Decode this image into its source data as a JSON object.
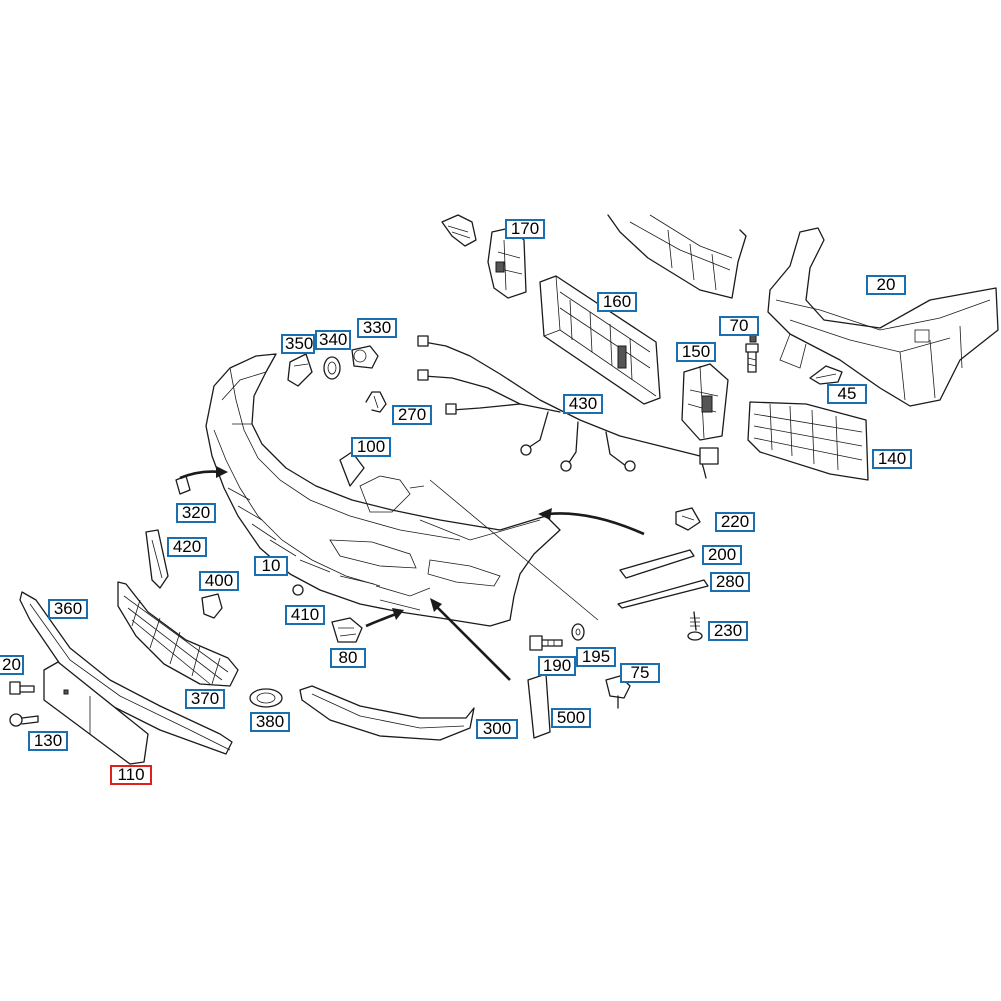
{
  "diagram": {
    "selected_part": "110",
    "accent_color": "#1a6fb0",
    "selected_color": "#e0201f"
  },
  "callouts": {
    "c170": "170",
    "c160": "160",
    "c20a": "20",
    "c70": "70",
    "c150": "150",
    "c45": "45",
    "c140": "140",
    "c350": "350",
    "c340": "340",
    "c330": "330",
    "c270": "270",
    "c430": "430",
    "c100": "100",
    "c320": "320",
    "c420": "420",
    "c220": "220",
    "c200": "200",
    "c280": "280",
    "c230": "230",
    "c400": "400",
    "c10": "10",
    "c410": "410",
    "c360": "360",
    "c80": "80",
    "c190": "190",
    "c195": "195",
    "c75": "75",
    "c370": "370",
    "c20b": "20",
    "c380": "380",
    "c300": "300",
    "c500": "500",
    "c130": "130",
    "c110": "110"
  }
}
